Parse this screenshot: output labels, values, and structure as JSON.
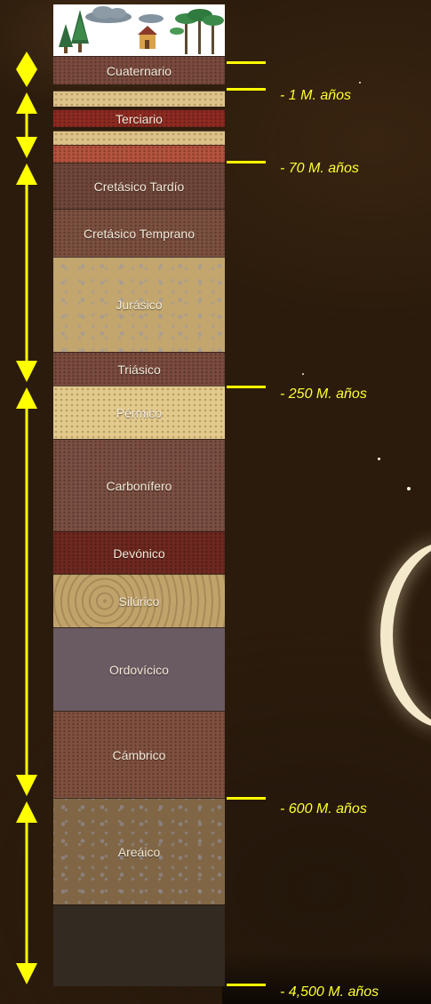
{
  "layers": [
    {
      "label": "Cuaternario",
      "color": "#7a4a3e"
    },
    {
      "label": "",
      "color": "#ddc28a"
    },
    {
      "label": "Terciario",
      "color": "#8e2a22"
    },
    {
      "label": "",
      "color": "#dcc188"
    },
    {
      "label": "",
      "color": "#b5533e"
    },
    {
      "label": "Cretásico Tardío",
      "color": "#70463a"
    },
    {
      "label": "Cretásico Temprano",
      "color": "#7c5040"
    },
    {
      "label": "Jurásico",
      "color": "#c2a66e"
    },
    {
      "label": "Triásico",
      "color": "#7a4b3e"
    },
    {
      "label": "Pérmico",
      "color": "#e2c98c"
    },
    {
      "label": "Carbonífero",
      "color": "#7b4f42"
    },
    {
      "label": "Devónico",
      "color": "#6e2820"
    },
    {
      "label": "Silúrico",
      "color": "#c0a36b"
    },
    {
      "label": "Ordovícico",
      "color": "#6a5a62"
    },
    {
      "label": "Cámbrico",
      "color": "#80503f"
    },
    {
      "label": "Areáico",
      "color": "#806645"
    },
    {
      "label": "",
      "color": "#332a22"
    }
  ],
  "ages": [
    {
      "label": ""
    },
    {
      "label": "- 1 M. años"
    },
    {
      "label": "- 70 M. años"
    },
    {
      "label": "- 250 M. años"
    },
    {
      "label": "- 600 M. años"
    },
    {
      "label": "- 4,500 M. años"
    }
  ],
  "colors": {
    "accent": "#ffff00",
    "arrow": "#ffff00"
  },
  "icons": [
    "tree-icon",
    "cloud-icon",
    "house-icon",
    "palm-tree-icon",
    "moon-icon",
    "star-icon"
  ]
}
